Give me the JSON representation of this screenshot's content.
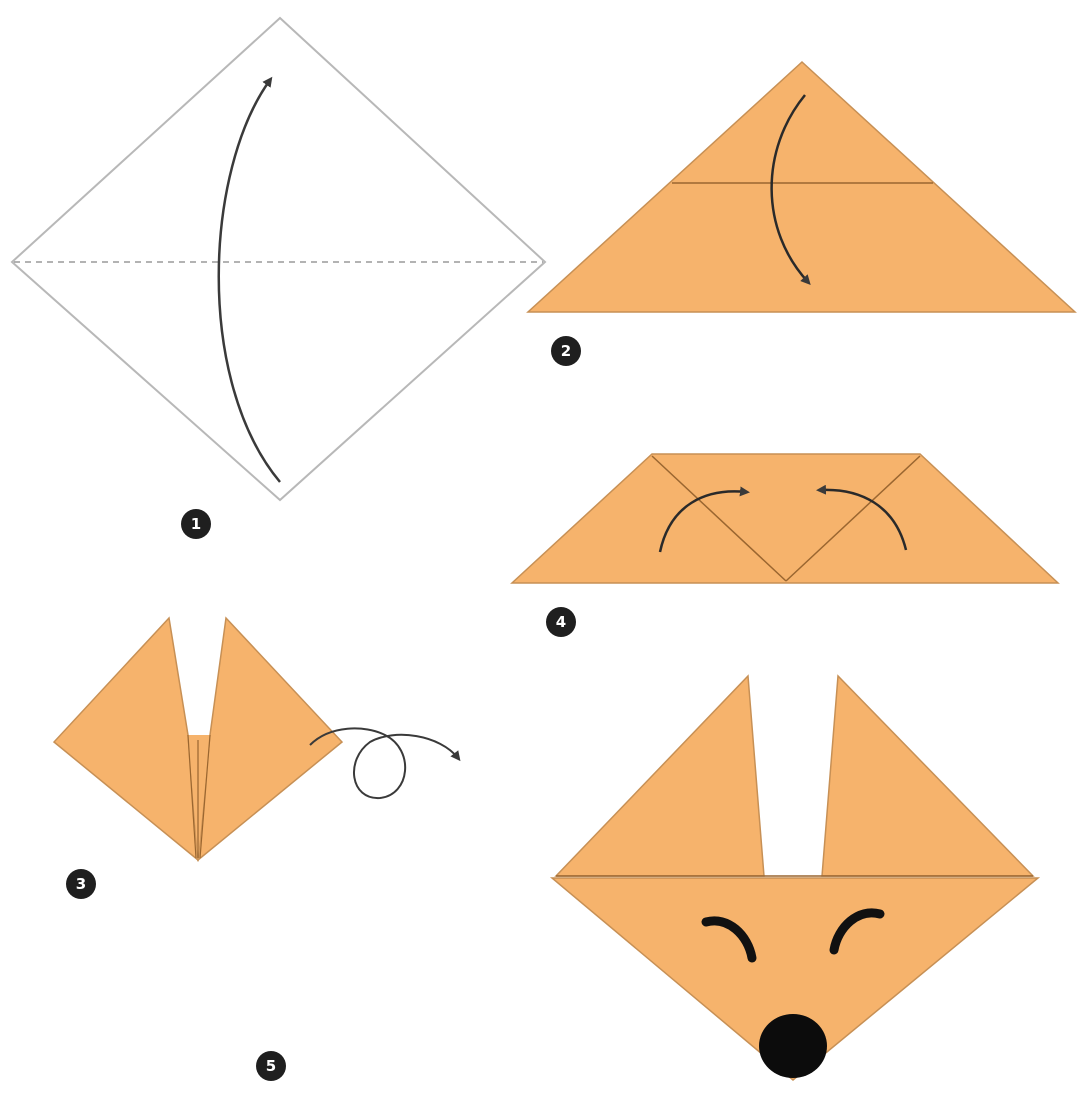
{
  "colors": {
    "paper": "#f6b36c",
    "paper_edge": "#9a6630",
    "outline": "#b8b8b8",
    "arrow": "#3a3a3a",
    "badge": "#1f1f1f",
    "face": "#111111",
    "background": "#ffffff"
  },
  "steps": [
    {
      "number": "1"
    },
    {
      "number": "2"
    },
    {
      "number": "3"
    },
    {
      "number": "4"
    },
    {
      "number": "5"
    }
  ],
  "icons": {
    "fold_arrow": "curved-arrow-icon",
    "flip_arrow": "loop-turn-over-arrow-icon",
    "nose": "nose-icon",
    "eye": "eye-stroke-icon"
  }
}
